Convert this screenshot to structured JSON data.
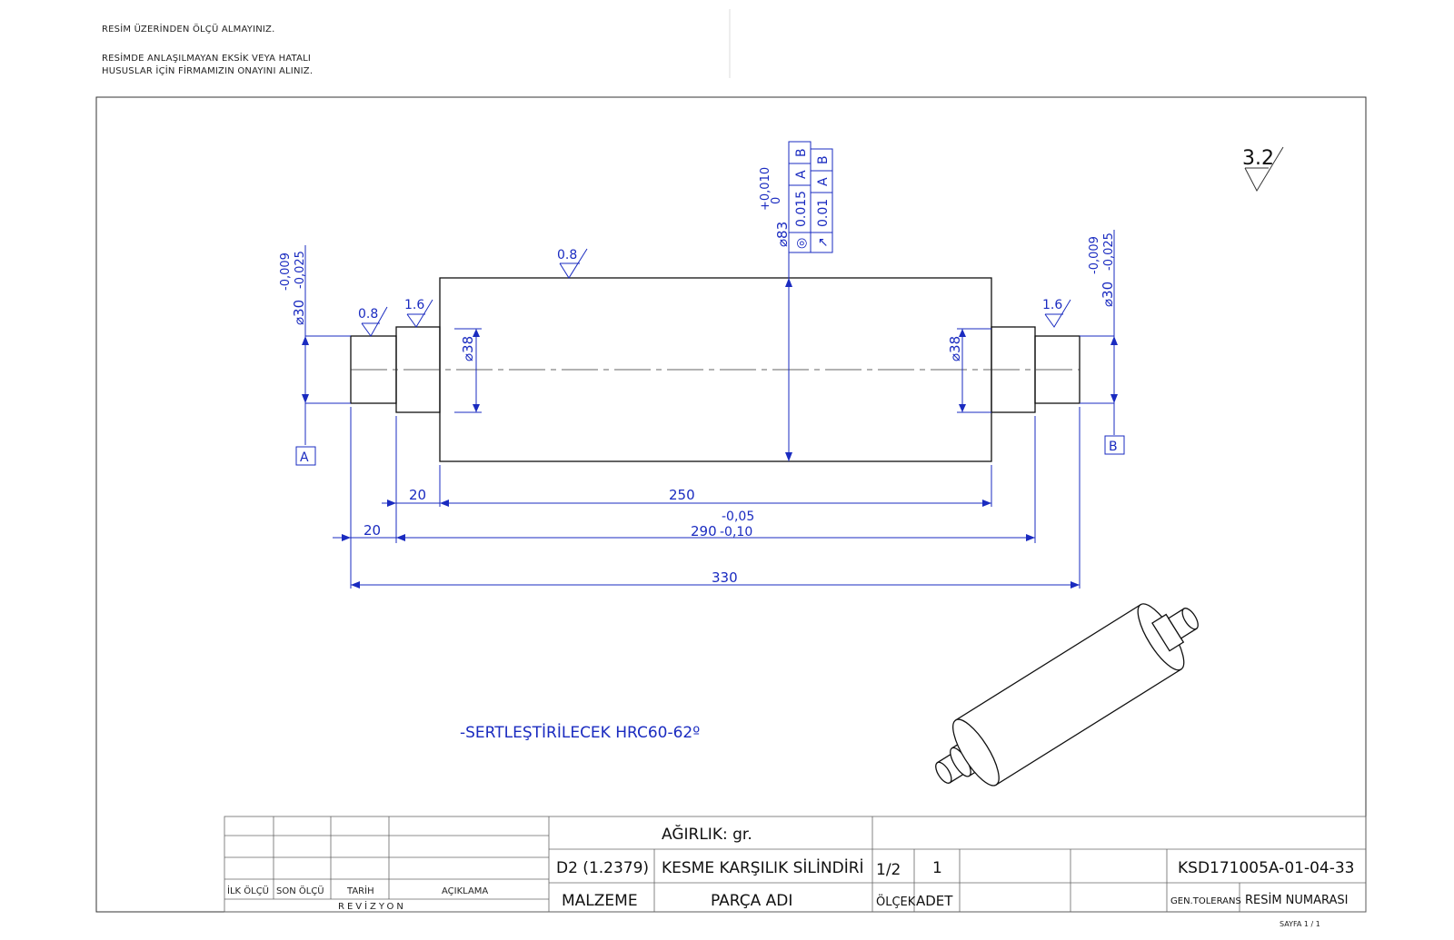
{
  "notes": {
    "line1": "RESİM ÜZERİNDEN ÖLÇÜ ALMAYINIZ.",
    "line2": "RESİMDE ANLAŞILMAYAN EKSİK VEYA HATALI",
    "line3": "HUSUSLAR İÇİN FİRMAMIZIN ONAYINI ALINIZ."
  },
  "general_roughness": "3.2",
  "roughness": {
    "left_shaft": "0.8",
    "left_step": "1.6",
    "body": "0.8",
    "right_step": "1.6"
  },
  "dims": {
    "left_shaft_dia": "⌀30",
    "left_tol_upper": "-0,009",
    "left_tol_lower": "-0,025",
    "right_shaft_dia": "⌀30",
    "right_tol_upper": "-0,009",
    "right_tol_lower": "-0,025",
    "left_step_dia": "⌀38",
    "right_step_dia": "⌀38",
    "body_dia": "⌀83",
    "body_tol_upper": "+0,010",
    "body_tol_lower": "0",
    "len_step": "20",
    "len_body": "250",
    "len_shaft": "20",
    "len_mid": "290",
    "len_mid_tol_upper": "-0,05",
    "len_mid_tol_lower": "-0,10",
    "len_total": "330"
  },
  "datums": {
    "a": "A",
    "b": "B"
  },
  "gdt": {
    "row1": {
      "symbol": "◎",
      "value": "0.015",
      "ref1": "A",
      "ref2": "B"
    },
    "row2": {
      "symbol": "↗",
      "value": "0.01",
      "ref1": "A",
      "ref2": "B"
    }
  },
  "hardening_note": "-SERTLEŞTİRİLECEK  HRC60-62º",
  "title_block": {
    "weight": "AĞIRLIK:  gr.",
    "material": "D2 (1.2379)",
    "part_name": "KESME KARŞILIK SİLİNDİRİ",
    "scale": "1/2",
    "qty": "1",
    "drawing_no": "KSD171005A-01-04-33",
    "lbl_material": "MALZEME",
    "lbl_part_name": "PARÇA ADI",
    "lbl_scale": "ÖLÇEK",
    "lbl_qty": "ADET",
    "lbl_tolerance": "GEN.TOLERANS",
    "lbl_drawing_no": "RESİM NUMARASI",
    "rev_first": "İLK ÖLÇÜ",
    "rev_last": "SON ÖLÇÜ",
    "rev_date": "TARİH",
    "rev_desc": "AÇIKLAMA",
    "rev_title": "REVİZYON",
    "sheet": "SAYFA 1 / 1"
  },
  "colors": {
    "dimension": "#1a2bc0",
    "outline": "#111111"
  }
}
